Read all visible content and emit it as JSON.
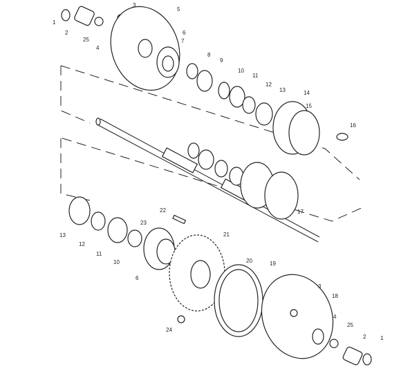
{
  "diagram": {
    "type": "exploded parts diagram",
    "callouts": [
      "1",
      "2",
      "25",
      "3",
      "4",
      "5",
      "6",
      "7",
      "8",
      "9",
      "10",
      "11",
      "12",
      "13",
      "14",
      "15",
      "16",
      "17",
      "22",
      "23",
      "21",
      "13",
      "12",
      "11",
      "10",
      "6",
      "20",
      "19",
      "3",
      "18",
      "4",
      "25",
      "2",
      "1",
      "24"
    ]
  }
}
